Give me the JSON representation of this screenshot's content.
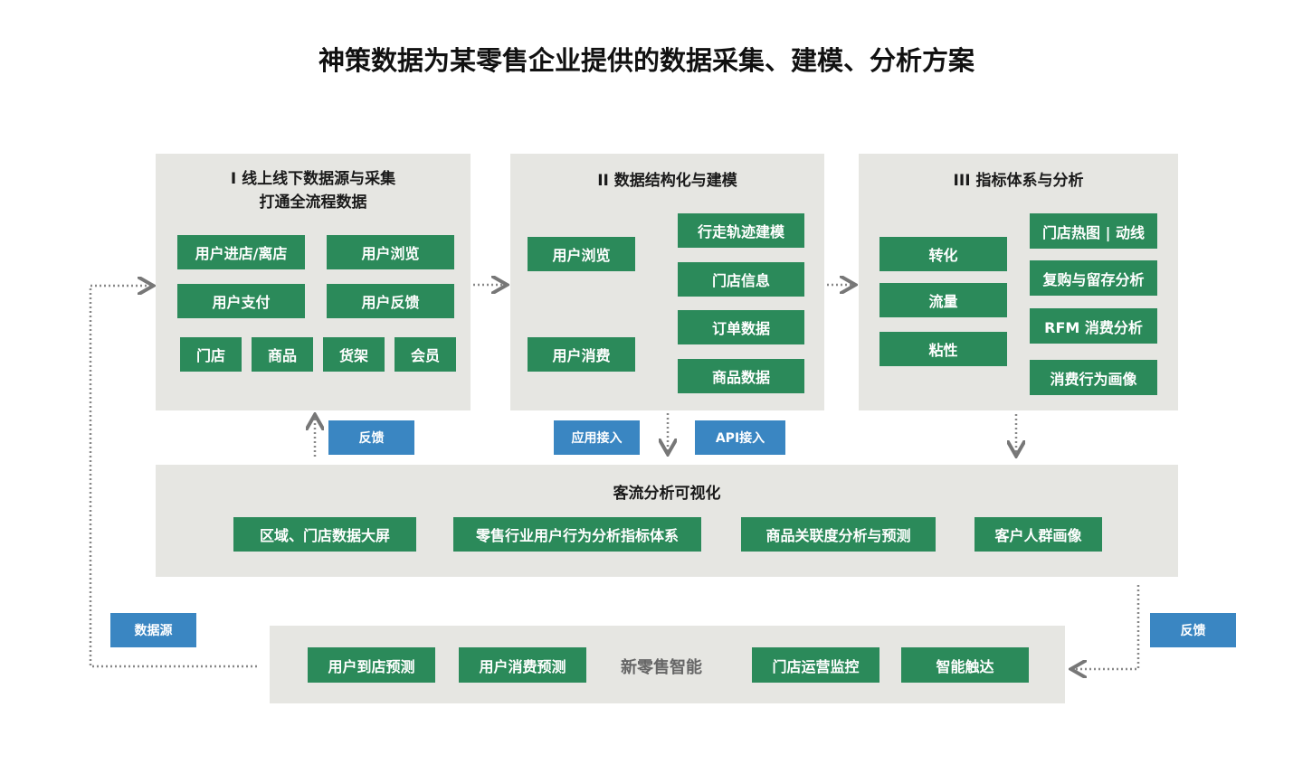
{
  "title": "神策数据为某零售企业提供的数据采集、建模、分析方案",
  "panel1": {
    "heading1": "I 线上线下数据源与采集",
    "heading2": "打通全流程数据",
    "items": [
      "用户进店/离店",
      "用户浏览",
      "用户支付",
      "用户反馈",
      "门店",
      "商品",
      "货架",
      "会员"
    ]
  },
  "panel2": {
    "heading": "II 数据结构化与建模",
    "left": [
      "用户浏览",
      "用户消费"
    ],
    "right": [
      "行走轨迹建模",
      "门店信息",
      "订单数据",
      "商品数据"
    ]
  },
  "panel3": {
    "heading": "III 指标体系与分析",
    "left": [
      "转化",
      "流量",
      "粘性"
    ],
    "right": [
      "门店热图 | 动线",
      "复购与留存分析",
      "RFM 消费分析",
      "消费行为画像"
    ]
  },
  "connectors": {
    "feedback": "反馈",
    "app_access": "应用接入",
    "api_access": "API接入",
    "datasource": "数据源",
    "feedback_right": "反馈"
  },
  "visual": {
    "heading": "客流分析可视化",
    "items": [
      "区域、门店数据大屏",
      "零售行业用户行为分析指标体系",
      "商品关联度分析与预测",
      "客户人群画像"
    ]
  },
  "newretail": {
    "label": "新零售智能",
    "items": [
      "用户到店预测",
      "用户消费预测",
      "门店运营监控",
      "智能触达"
    ]
  }
}
